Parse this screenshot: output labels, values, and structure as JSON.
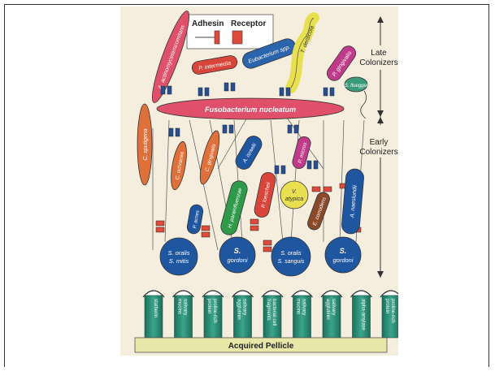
{
  "legend": {
    "adhesin": "Adhesin",
    "receptor": "Receptor"
  },
  "bands": {
    "late": "Late\nColonizers",
    "early": "Early\nColonizers"
  },
  "pellicle": {
    "label": "Acquired Pellicle"
  },
  "colors": {
    "background": "#f5eedf",
    "fuso": "#e0506a",
    "blue": "#1f56a0",
    "green": "#2f9a4a",
    "yellow": "#e8e050",
    "orange": "#e0703a",
    "magenta": "#c03a8a",
    "teal": "#3a9a7a",
    "pellicle": "#e8e7a8"
  },
  "organisms": {
    "a_actinomycetemcomitans": "A. actinomycetemcomitans",
    "p_intermedia": "P. intermedia",
    "eubacterium": "Eubacterium spp.",
    "t_denticola": "T. denticola",
    "p_gingivalis_top": "P. gingivalis",
    "s_flueggei": "S. flueggei",
    "fusobacterium": "Fusobacterium nucleatum",
    "c_sputigena": "C. sputigena",
    "c_ochracea": "C. ochracea",
    "c_gingivalis": "C. gingivalis",
    "a_israelii": "A. israelii",
    "p_micros": "P. micros",
    "v_atypica": "V. atypica",
    "p_loescheii": "P. loescheii",
    "e_corrodens": "E. corrodens",
    "a_naeslundii": "A. naeslundii",
    "h_parainfluenzae": "H. parainfluenzae",
    "p_acnes": "P. acnes",
    "s_oralis_mitis_1": "S. oralis",
    "s_oralis_mitis_2": "S. mitis",
    "s_gordonii_1a": "S.",
    "s_gordonii_1b": "gordoni",
    "s_oralis_sanguis_1": "S. oralis",
    "s_oralis_sanguis_2": "S. sanguis",
    "s_gordonii_2a": "S.",
    "s_gordonii_2b": "gordoni"
  },
  "receptors": [
    {
      "line1": "statherin",
      "line2": ""
    },
    {
      "line1": "salivary",
      "line2": "mucins"
    },
    {
      "line1": "proline-rich",
      "line2": "protein"
    },
    {
      "line1": "salivary",
      "line2": "agglutinin"
    },
    {
      "line1": "bacterial cell",
      "line2": "fragments"
    },
    {
      "line1": "salivary",
      "line2": "mucins"
    },
    {
      "line1": "salivary",
      "line2": "agglutinin"
    },
    {
      "line1": "alpha-amylase",
      "line2": ""
    },
    {
      "line1": "proline-rich",
      "line2": "protein"
    }
  ]
}
